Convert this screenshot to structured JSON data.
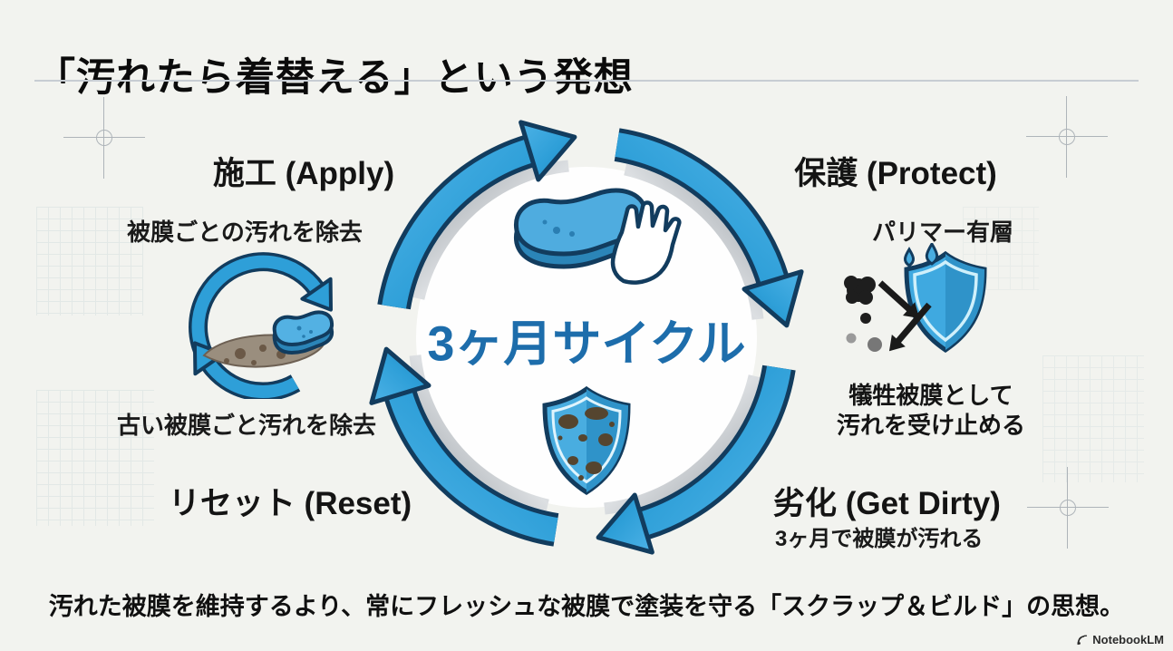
{
  "header": {
    "title": "「汚れたら着替える」という発想"
  },
  "cycle": {
    "center_label": "3ヶ月サイクル",
    "direction": "clockwise",
    "apply": {
      "title": "施工 (Apply)",
      "note": "被膜ごとの汚れを除去",
      "icon": "cycle-arrows-sponge-icon"
    },
    "protect": {
      "title": "保護 (Protect)",
      "note": "パリマー有層",
      "caption_line1": "犠牲被膜として",
      "caption_line2": "汚れを受け止める",
      "icon": "shield-deflect-icon"
    },
    "get_dirty": {
      "title": "劣化 (Get Dirty)",
      "note": "3ヶ月で被膜が汚れる",
      "icon": "stained-shield-icon"
    },
    "reset": {
      "title": "リセット (Reset)",
      "note": "古い被膜ごと汚れを除去",
      "icon": "sponge-hand-icon"
    }
  },
  "footer": {
    "statement": "汚れた被膜を維持するより、常にフレッシュな被膜で塗装を守る「スクラップ＆ビルド」の思想。",
    "brand": "NotebookLM"
  },
  "colors": {
    "background": "#f2f3ef",
    "arrow_blue": "#2e9fd8",
    "arrow_outline_navy": "#123c5e",
    "silver_track": "#b9bec3",
    "center_text_blue": "#1d6dab",
    "body_text": "#111111",
    "stain_brown": "#55452f"
  }
}
